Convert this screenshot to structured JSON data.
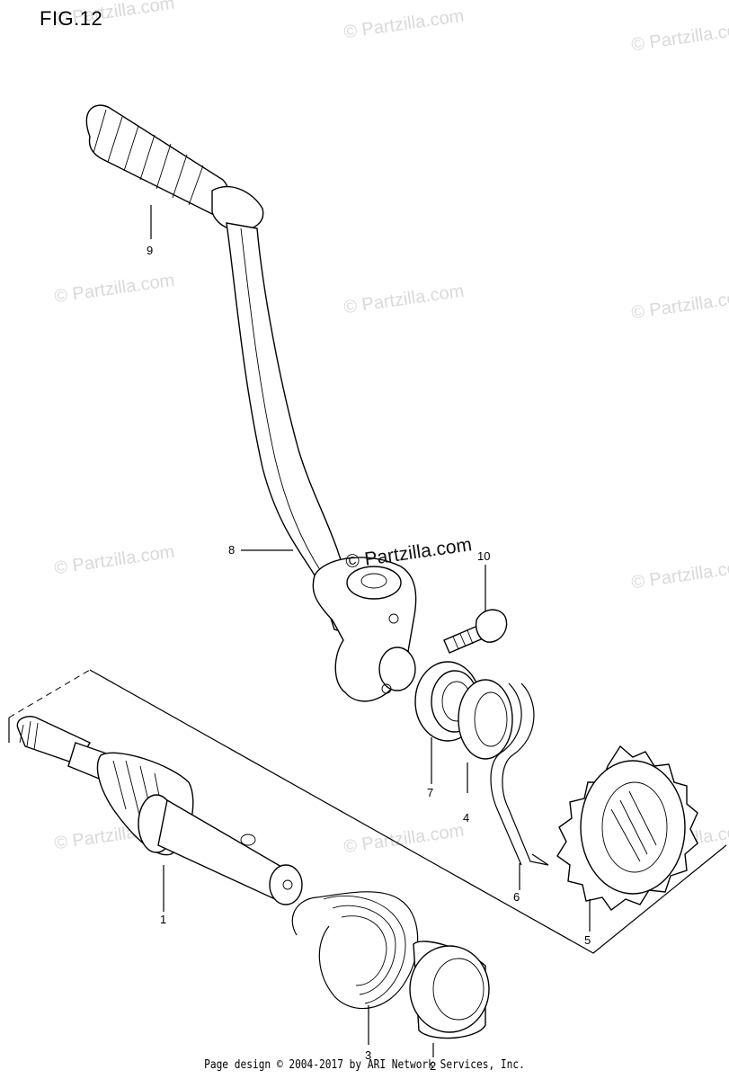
{
  "figure": {
    "title": "FIG.12"
  },
  "watermark": {
    "text": "© Partzilla.com",
    "prominent_text": "© Partzilla.com"
  },
  "callouts": [
    {
      "id": "1",
      "label": "1"
    },
    {
      "id": "2",
      "label": "2"
    },
    {
      "id": "3",
      "label": "3"
    },
    {
      "id": "4",
      "label": "4"
    },
    {
      "id": "5",
      "label": "5"
    },
    {
      "id": "6",
      "label": "6"
    },
    {
      "id": "7",
      "label": "7"
    },
    {
      "id": "8",
      "label": "8"
    },
    {
      "id": "9",
      "label": "9"
    },
    {
      "id": "10",
      "label": "10"
    }
  ],
  "footer": {
    "text": "Page design © 2004-2017 by ARI Network Services, Inc."
  }
}
